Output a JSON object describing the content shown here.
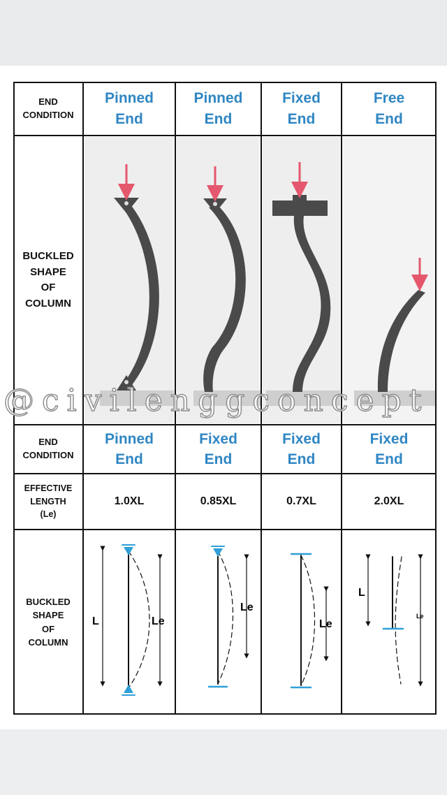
{
  "row_labels": {
    "end_condition_top": [
      "END",
      "CONDITION"
    ],
    "buckled_shape_photo": [
      "BUCKLED",
      "SHAPE",
      "OF",
      "COLUMN"
    ],
    "end_condition_bottom": [
      "END",
      "CONDITION"
    ],
    "effective_length": [
      "EFFECTIVE",
      "LENGTH",
      "(Le)"
    ],
    "buckled_shape_diagram": [
      "BUCKLED",
      "SHAPE",
      "OF",
      "COLUMN"
    ]
  },
  "columns": [
    {
      "top_condition": [
        "Pinned",
        "End"
      ],
      "bottom_condition": [
        "Pinned",
        "End"
      ],
      "effective_length": "1.0XL"
    },
    {
      "top_condition": [
        "Pinned",
        "End"
      ],
      "bottom_condition": [
        "Fixed",
        "End"
      ],
      "effective_length": "0.85XL"
    },
    {
      "top_condition": [
        "Fixed",
        "End"
      ],
      "bottom_condition": [
        "Fixed",
        "End"
      ],
      "effective_length": "0.7XL"
    },
    {
      "top_condition": [
        "Free",
        "End"
      ],
      "bottom_condition": [
        "Fixed",
        "End"
      ],
      "effective_length": "2.0XL"
    }
  ],
  "diagram_labels": {
    "length": "L",
    "effective_length": "Le"
  },
  "watermark": "@civilenggconcept",
  "colors": {
    "condition_text": "#2f86c3",
    "load_arrow": "#e4576d",
    "column_steel": "#4a4a4a",
    "support": "#2f9fd6"
  }
}
